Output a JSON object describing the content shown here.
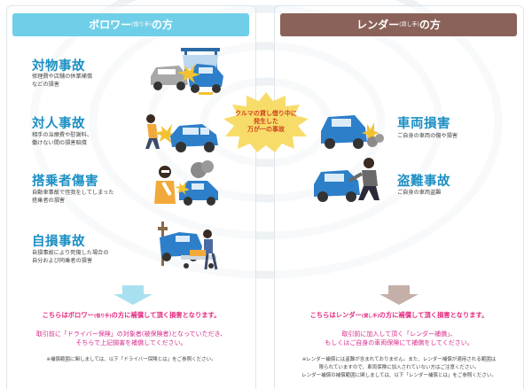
{
  "left_panel": {
    "header_main": "ボロワー",
    "header_small": "(借り手)",
    "header_suffix": "の方",
    "header_color": "#6fcfe9",
    "items": [
      {
        "title": "対物事故",
        "desc": "修理費や店舗の休業補償\nなどの損害",
        "icon": "car-collision-into-building-icon"
      },
      {
        "title": "対人事故",
        "desc": "相手の治療費や慰謝料、\n働けない間の損害賠償",
        "icon": "car-hits-pedestrian-icon"
      },
      {
        "title": "搭乗者傷害",
        "desc": "自動車事故で怪我をしてしまった\n搭乗者の損害",
        "icon": "injured-passenger-icon"
      },
      {
        "title": "自損事故",
        "desc": "自損事故により死傷した場合の\n自分および同乗者の損害",
        "icon": "ambulance-stretcher-icon"
      }
    ],
    "summary_a": "こちらはボロワー",
    "summary_small": "(借り手)",
    "summary_b": "の方に補償して頂く損害となります。",
    "instruction": "取引前に「ドライバー保険」の対象者(被保険者)となっていただき、\nそちらで上記損害を補償してください。",
    "note": "※補償範囲に関しましては、以下「ドライバー保険とは」をご参照ください。"
  },
  "right_panel": {
    "header_main": "レンダー",
    "header_small": "(貸し手)",
    "header_suffix": "の方",
    "header_color": "#8a6259",
    "items": [
      {
        "title": "車両損害",
        "desc": "ご自身の車両の傷や損害",
        "icon": "damaged-car-icon"
      },
      {
        "title": "盗難事故",
        "desc": "ご自身の車両盗難",
        "icon": "car-thief-icon"
      }
    ],
    "summary_a": "こちらはレンダー",
    "summary_small": "(貸し手)",
    "summary_b": "の方に補償して頂く損害となります。",
    "instruction": "取引前に加入して頂く「レンダー補償」、\nもしくはご自身の車両保険にて補償をしてください。",
    "note": "※レンダー補償には盗難が含まれておりません。また、レンダー補償が適用される範囲は\n限られていますので、車両保険に加入されていない方はご注意ください。\nレンダー補償の補償範囲に関しましては、以下「レンダー補償とは」をご参照ください。"
  },
  "center_badge": {
    "text": "クルマの貸し借り中に\n発生した\n万が一の事故"
  }
}
